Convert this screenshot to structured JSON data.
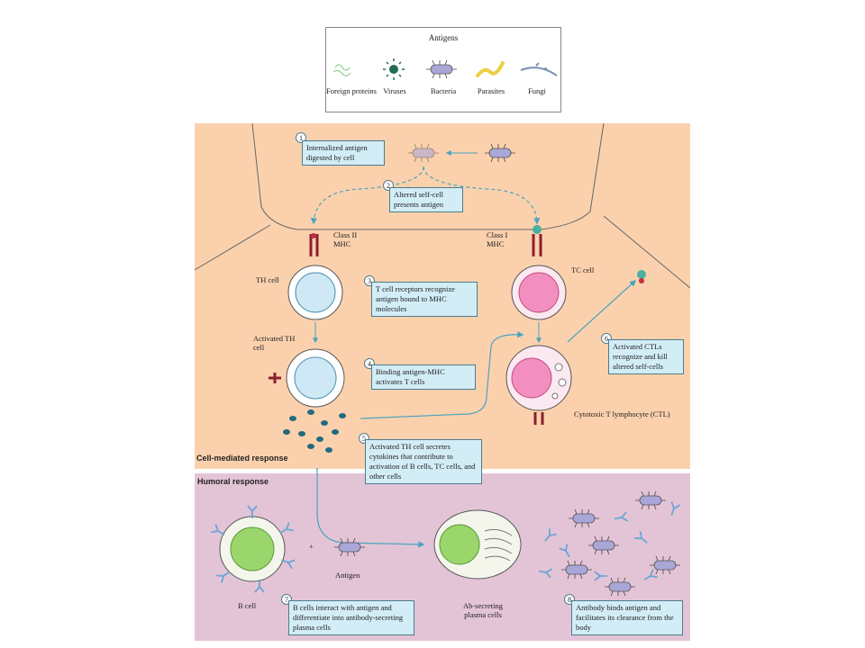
{
  "legend": {
    "title": "Antigens",
    "items": [
      {
        "label": "Foreign proteins",
        "icon": "protein-icon"
      },
      {
        "label": "Viruses",
        "icon": "virus-icon"
      },
      {
        "label": "Bacteria",
        "icon": "bacteria-icon"
      },
      {
        "label": "Parasites",
        "icon": "parasite-icon"
      },
      {
        "label": "Fungi",
        "icon": "fungi-icon"
      }
    ]
  },
  "panels": {
    "cell_mediated": {
      "title": "Cell-mediated response",
      "color": "#fbd1ad"
    },
    "humoral": {
      "title": "Humoral response",
      "color": "#e3c4d6"
    }
  },
  "steps": [
    {
      "num": "1",
      "text": "Internalized antigen digested by cell"
    },
    {
      "num": "2",
      "text": "Altered self-cell presents antigen"
    },
    {
      "num": "3",
      "text": "T cell receptors recognize antigen bound to MHC molecules"
    },
    {
      "num": "4",
      "text": "Binding antigen-MHC activates T cells"
    },
    {
      "num": "5",
      "text": "Activated TH cell secretes cytokines that contribute to activation of B cells, TC cells, and other cells"
    },
    {
      "num": "6",
      "text": "Activated CTLs recognize and kill altered self-cells"
    },
    {
      "num": "7",
      "text": "B cells interact with antigen and differentiate into antibody-secreting plasma cells"
    },
    {
      "num": "8",
      "text": "Antibody binds antigen and facilitates its clearance from the body"
    }
  ],
  "labels": {
    "class_ii_mhc": "Class II MHC",
    "class_i_mhc": "Class I MHC",
    "th_cell": "TH cell",
    "tc_cell": "TC cell",
    "activated_th_cell": "Activated TH cell",
    "ctl": "Cytotoxic T lymphocyte (CTL)",
    "b_cell": "B cell",
    "antigen": "Antigen",
    "plus": "+",
    "plasma_cells": "Ab-secreting plasma cells"
  },
  "colors": {
    "step_box": "#d3edf6",
    "arrow": "#4aa3c0",
    "th_nucleus": "#cfe8f6",
    "tc_nucleus": "#f28fc0",
    "b_nucleus": "#9ad66b",
    "bacteria": "#a9a7d8",
    "antibody": "#6aa6d6",
    "cytokine": "#226a80"
  }
}
